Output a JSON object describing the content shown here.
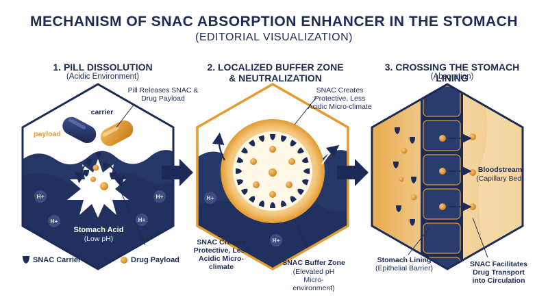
{
  "header": {
    "title": "MECHANISM OF SNAC ABSORPTION ENHANCER IN THE STOMACH",
    "subtitle": "(EDITORIAL VISUALIZATION)"
  },
  "panel1": {
    "heading": "1. PILL DISSOLUTION",
    "subheading": "(Acidic Environment)",
    "label_release": "Pill Releases SNAC & Drug Payload",
    "label_carrier": "carrier",
    "label_payload": "payload",
    "label_acid": "Stomach Acid",
    "label_acid_sub": "(Low pH)",
    "ion": "H+"
  },
  "panel2": {
    "heading_line1": "2. LOCALIZED BUFFER ZONE",
    "heading_line2": "& NEUTRALIZATION",
    "label_top": "SNAC Creates Protective, Less Acidic Micro-climate",
    "label_left": "SNAC Creates Protective, Less Acidic Micro-climate",
    "label_zone": "SNAC Buffer Zone",
    "label_zone_sub": "(Elevated pH Micro-environment)",
    "ion": "H+"
  },
  "panel3": {
    "heading": "3. CROSSING THE STOMACH LINING",
    "subheading": "(Absorption)",
    "label_blood": "Bloodstream",
    "label_blood_sub": "(Capillary Bed)",
    "label_lining": "Stomach Lining",
    "label_lining_sub": "(Epithelial Barrier)",
    "label_transport": "SNAC Facilitates Drug Transport into Circulation"
  },
  "legend": {
    "carrier": "SNAC Carrier",
    "payload": "Drug Payload"
  },
  "colors": {
    "navy": "#1c2b55",
    "wave": "#243767",
    "orange": "#e39a2e",
    "gold": "#d59b3d",
    "cream": "#f3d7a4"
  }
}
